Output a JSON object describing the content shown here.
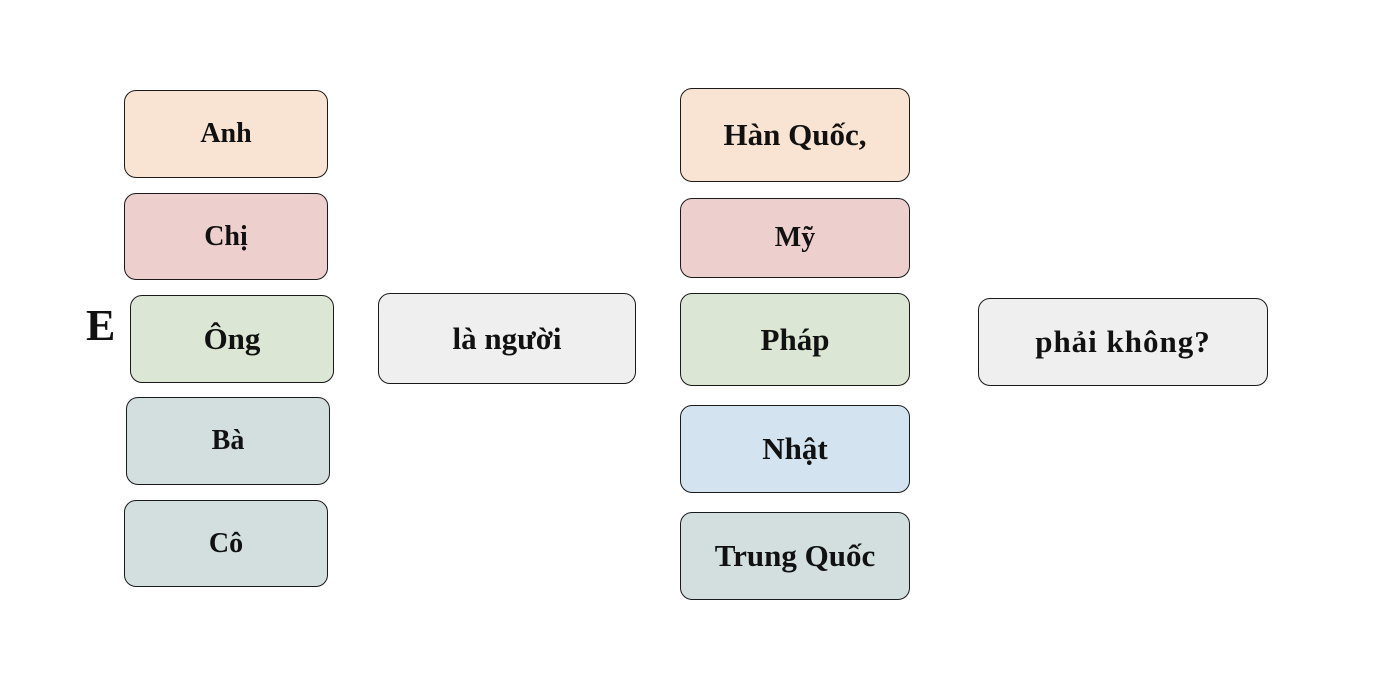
{
  "prefix": "E",
  "pronouns": [
    {
      "label": "Anh",
      "color": "#f9e3d2"
    },
    {
      "label": "Chị",
      "color": "#edcfce"
    },
    {
      "label": "Ông",
      "color": "#dbe7d4"
    },
    {
      "label": "Bà",
      "color": "#d3dfdf"
    },
    {
      "label": "Cô",
      "color": "#d3dfdf"
    }
  ],
  "middle": {
    "label": "là người",
    "color": "#efefef"
  },
  "nationalities": [
    {
      "label": "Hàn Quốc,",
      "color": "#f9e3d2"
    },
    {
      "label": "Mỹ",
      "color": "#edcfce"
    },
    {
      "label": "Pháp",
      "color": "#dbe7d4"
    },
    {
      "label": "Nhật",
      "color": "#d3e3f0"
    },
    {
      "label": "Trung Quốc",
      "color": "#d3dfdf"
    }
  ],
  "ending": {
    "label": "phải không?",
    "color": "#efefef"
  }
}
